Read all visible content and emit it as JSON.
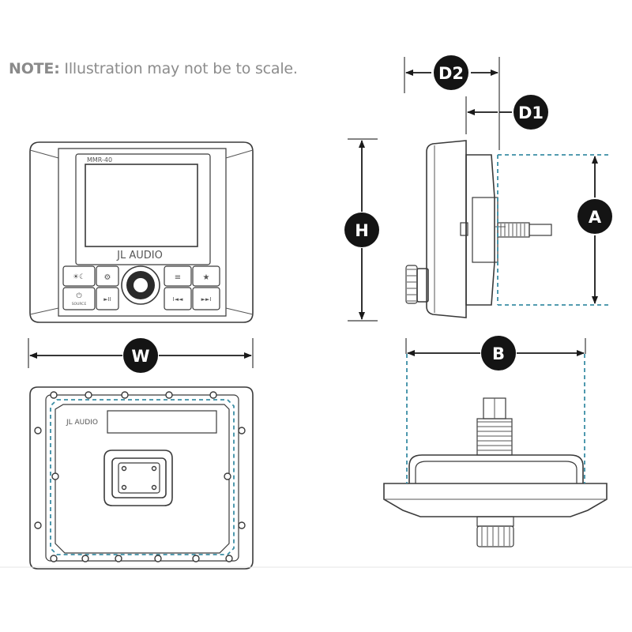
{
  "note": {
    "prefix": "NOTE:",
    "text": " Illustration may not be to scale."
  },
  "front_view": {
    "model": "MMR-40",
    "brand": "JL AUDIO",
    "buttons": [
      "☀☾",
      "⚙",
      "≡",
      "★",
      "⏻",
      "►II",
      "I◄◄",
      "►►I"
    ],
    "source_label": "SOURCE"
  },
  "back_view": {
    "brand": "JL AUDIO"
  },
  "dimensions": {
    "D2": "D2",
    "D1": "D1",
    "H": "H",
    "A": "A",
    "W": "W",
    "B": "B"
  },
  "colors": {
    "line": "#3a3a3a",
    "dashed_outline": "#3b8ea5",
    "badge": "#141414"
  }
}
